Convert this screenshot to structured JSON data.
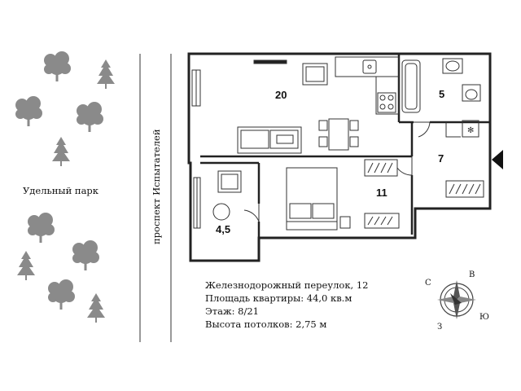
{
  "park": {
    "label": "Удельный парк",
    "tree_color": "#8a8a8a"
  },
  "street": {
    "label": "проспект Испытателей"
  },
  "rooms": [
    {
      "id": "kitchen-living",
      "label": "20"
    },
    {
      "id": "bathroom",
      "label": "5"
    },
    {
      "id": "hallway",
      "label": "7"
    },
    {
      "id": "bedroom",
      "label": "11"
    },
    {
      "id": "balcony",
      "label": "4,5"
    }
  ],
  "info": {
    "address": "Железнодорожный переулок, 12",
    "area": "Площадь квартиры: 44,0 кв.м",
    "floor": "Этаж: 8/21",
    "ceiling": "Высота потолков: 2,75 м"
  },
  "compass": {
    "north": "С",
    "east": "В",
    "south": "З",
    "west": "Ю"
  },
  "icons": {
    "entrance": "entrance-arrow-icon",
    "compass": "compass-rose-icon"
  },
  "colors": {
    "wall": "#222222",
    "line": "#333333",
    "tree": "#8a8a8a"
  }
}
